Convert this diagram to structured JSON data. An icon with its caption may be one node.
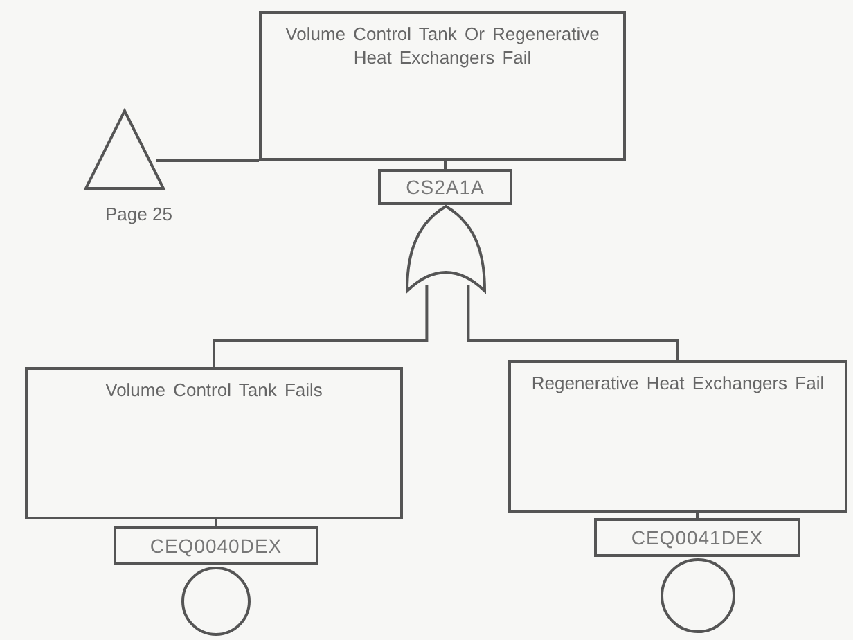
{
  "diagram": {
    "nodes": [
      {
        "text": [
          "Volume Control Tank Or Regenerative Heat Exchangers Fail"
        ]
      },
      {
        "text": [
          "CS2A1A"
        ]
      },
      {
        "text": [],
        "shape": "gate"
      },
      {
        "text": [],
        "shape": "triangle",
        "beside": [
          "Page 25"
        ]
      },
      {
        "text": [
          "Volume Control Tank Fails"
        ]
      },
      {
        "text": [
          "CEQ0040DEX"
        ]
      },
      {
        "text": [],
        "shape": "circle"
      },
      {
        "text": [
          "Regenerative Heat Exchangers Fail"
        ]
      },
      {
        "text": [
          "CEQ0041DEX"
        ]
      },
      {
        "text": [],
        "shape": "circle"
      }
    ],
    "edges": [
      {
        "from": 3,
        "to": 0,
        "arrow": "none"
      },
      {
        "from": 0,
        "to": 1,
        "arrow": "none"
      },
      {
        "from": 2,
        "to": 4,
        "arrow": "none"
      },
      {
        "from": 2,
        "to": 7,
        "arrow": "none"
      },
      {
        "from": 4,
        "to": 5,
        "arrow": "none"
      },
      {
        "from": 7,
        "to": 8,
        "arrow": "none"
      }
    ]
  }
}
